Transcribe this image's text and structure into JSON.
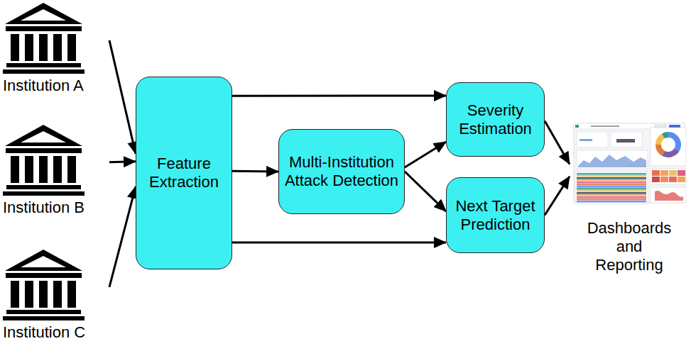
{
  "diagram": {
    "nodes": [
      {
        "text": [
          "Institution A"
        ]
      },
      {
        "text": [
          "Institution B"
        ]
      },
      {
        "text": [
          "Institution C"
        ]
      },
      {
        "text": [
          "Feature Extraction"
        ]
      },
      {
        "text": [
          "Multi-Institution Attack Detection"
        ]
      },
      {
        "text": [
          "Severity Estimation"
        ]
      },
      {
        "text": [
          "Next Target Prediction"
        ]
      },
      {
        "text": [
          "Dashboards and Reporting"
        ]
      }
    ],
    "edges": [
      {
        "from": 0,
        "to": 3,
        "arrow": "to"
      },
      {
        "from": 1,
        "to": 3,
        "arrow": "to"
      },
      {
        "from": 2,
        "to": 3,
        "arrow": "to"
      },
      {
        "from": 3,
        "to": 4,
        "arrow": "to"
      },
      {
        "from": 3,
        "to": 5,
        "arrow": "to"
      },
      {
        "from": 3,
        "to": 6,
        "arrow": "to"
      },
      {
        "from": 4,
        "to": 5,
        "arrow": "to"
      },
      {
        "from": 4,
        "to": 6,
        "arrow": "to"
      },
      {
        "from": 5,
        "to": 7,
        "arrow": "to"
      },
      {
        "from": 6,
        "to": 7,
        "arrow": "to"
      }
    ]
  }
}
